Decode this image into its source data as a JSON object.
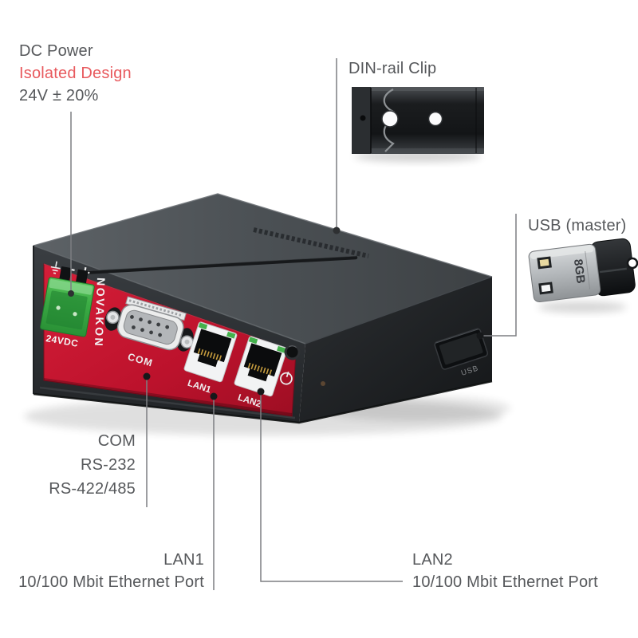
{
  "callouts": {
    "dc_power": {
      "line1": "DC Power",
      "line2": "Isolated Design",
      "line3": "24V ± 20%"
    },
    "din_rail": {
      "label": "DIN-rail Clip"
    },
    "usb_master": {
      "label": "USB (master)"
    },
    "com": {
      "line1": "COM",
      "line2": "RS-232",
      "line3": "RS-422/485"
    },
    "lan1": {
      "title": "LAN1",
      "subtitle": "10/100 Mbit Ethernet Port"
    },
    "lan2": {
      "title": "LAN2",
      "subtitle": "10/100 Mbit Ethernet Port"
    }
  },
  "device": {
    "brand": "NOVAKON",
    "power_terminal_label": "24VDC",
    "com_port_label": "COM",
    "lan1_port_label": "LAN1",
    "lan2_port_label": "LAN2",
    "usb_port_label": "USB",
    "usb_stick_capacity": "8GB"
  },
  "colors": {
    "label_text": "#56585b",
    "highlight_red": "#e85a5e",
    "panel_red": "#c01328",
    "terminal_green": "#3dae46",
    "callout_line": "#7d7f82",
    "device_top": "#4a4e52",
    "device_side": "#1d1f22"
  }
}
